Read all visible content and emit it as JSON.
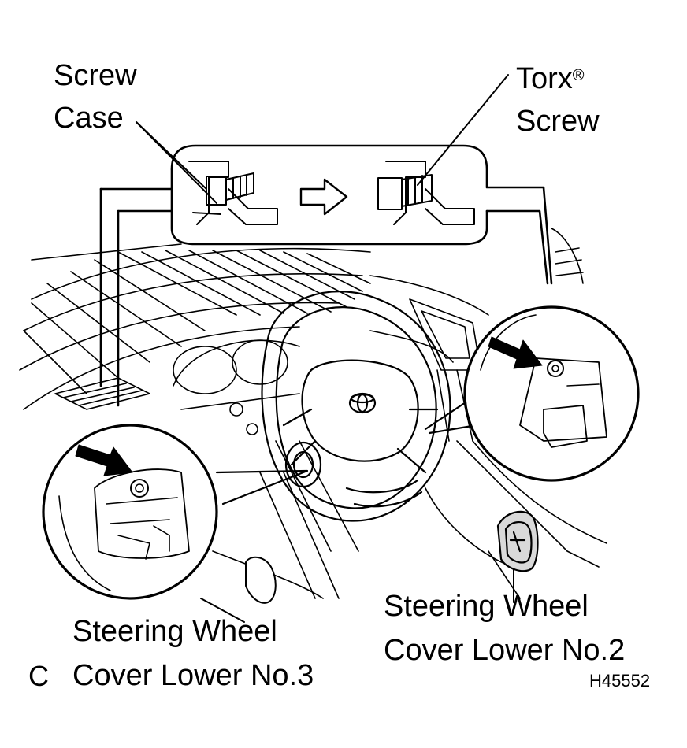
{
  "labels": {
    "screw_case_line1": "Screw",
    "screw_case_line2": "Case",
    "torx_line1": "Torx",
    "torx_mark": "®",
    "torx_line2": "Screw",
    "cover3_line1": "Steering Wheel",
    "cover3_line2": "Cover Lower No.3",
    "cover2_line1": "Steering Wheel",
    "cover2_line2": "Cover Lower No.2",
    "corner_letter": "C",
    "figure_code": "H45552"
  }
}
